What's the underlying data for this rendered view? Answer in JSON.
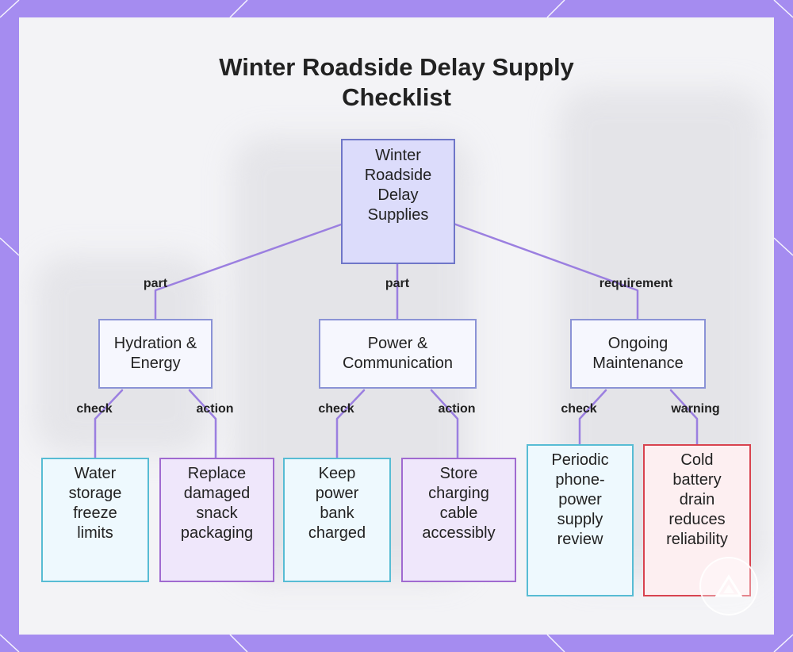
{
  "title": "Winter Roadside Delay Supply Checklist",
  "colors": {
    "frame": "#a58cf0",
    "edge": "#9b7fe0",
    "root_fill": "#dcdcfb",
    "category_border": "#8b93d6",
    "check_border": "#57bcd4",
    "action_border": "#a06ad0",
    "warning_border": "#d8434f"
  },
  "root": {
    "label": "Winter Roadside Delay Supplies"
  },
  "categories": [
    {
      "label": "Hydration & Energy",
      "edge_label": "part"
    },
    {
      "label": "Power & Communication",
      "edge_label": "part"
    },
    {
      "label": "Ongoing Maintenance",
      "edge_label": "requirement"
    }
  ],
  "leaves": [
    {
      "label": "Water storage freeze limits",
      "edge_label": "check",
      "kind": "check"
    },
    {
      "label": "Replace damaged snack packaging",
      "edge_label": "action",
      "kind": "action"
    },
    {
      "label": "Keep power bank charged",
      "edge_label": "check",
      "kind": "check"
    },
    {
      "label": "Store charging cable accessibly",
      "edge_label": "action",
      "kind": "action"
    },
    {
      "label": "Periodic phone-power supply review",
      "edge_label": "check",
      "kind": "check"
    },
    {
      "label": "Cold battery drain reduces reliability",
      "edge_label": "warning",
      "kind": "warning"
    }
  ],
  "logo_icon": "triangle-logo-icon"
}
